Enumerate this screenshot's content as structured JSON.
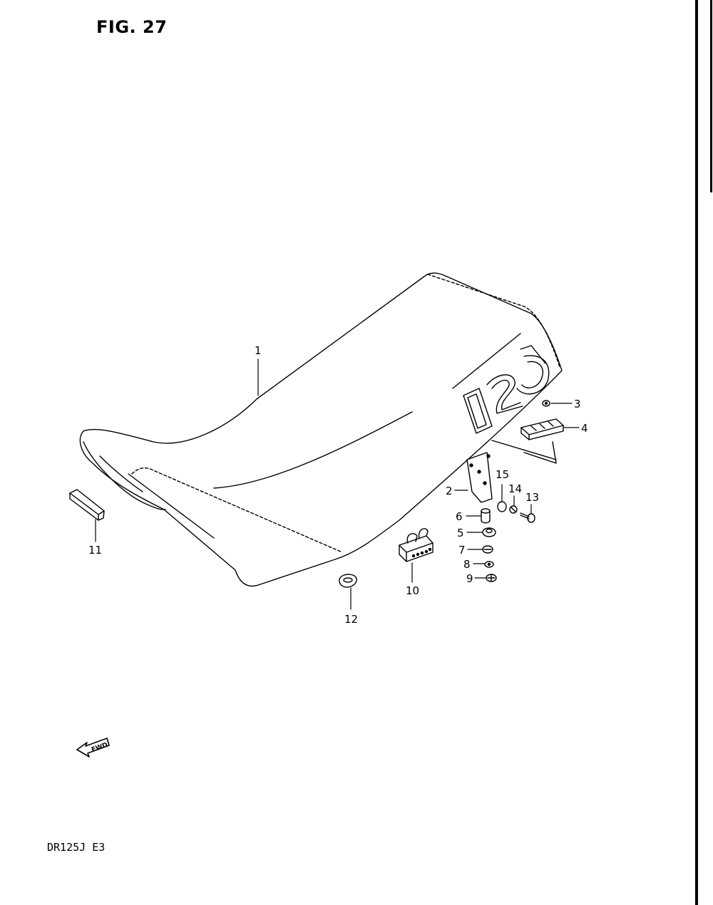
{
  "figure": {
    "title": "FIG. 27",
    "model": "DR125J  E3",
    "seat_graphic": "125",
    "fwd_label": "FWD"
  },
  "callouts": [
    {
      "id": "1",
      "label": "1"
    },
    {
      "id": "2",
      "label": "2"
    },
    {
      "id": "3",
      "label": "3"
    },
    {
      "id": "4",
      "label": "4"
    },
    {
      "id": "5",
      "label": "5"
    },
    {
      "id": "6",
      "label": "6"
    },
    {
      "id": "7",
      "label": "7"
    },
    {
      "id": "8",
      "label": "8"
    },
    {
      "id": "9",
      "label": "9"
    },
    {
      "id": "10",
      "label": "10"
    },
    {
      "id": "11",
      "label": "11"
    },
    {
      "id": "12",
      "label": "12"
    },
    {
      "id": "13",
      "label": "13"
    },
    {
      "id": "14",
      "label": "14"
    },
    {
      "id": "15",
      "label": "15"
    }
  ],
  "colors": {
    "ink": "#000000",
    "paper": "#ffffff"
  }
}
